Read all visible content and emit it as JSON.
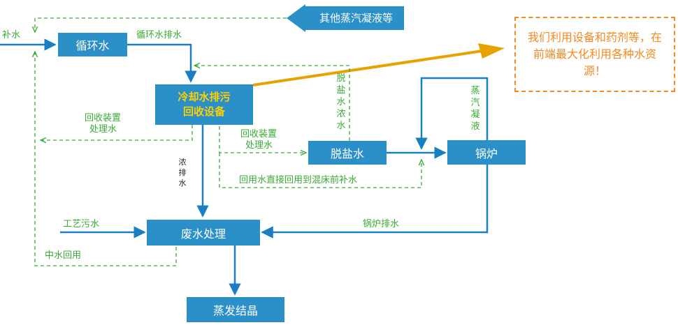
{
  "nodes": {
    "circulating_water": "循环水",
    "cooling_recovery_line1": "冷却水排污",
    "cooling_recovery_line2": "回收设备",
    "desalinated_water": "脱盐水",
    "boiler": "锅炉",
    "wastewater_treatment": "废水处理",
    "evaporation_crystallization": "蒸发结晶"
  },
  "banner": "其他蒸汽凝液等",
  "labels": {
    "makeup_water": "补水",
    "circulating_discharge": "循环水排水",
    "recovery_treated_left_1": "回收装置",
    "recovery_treated_left_2": "处理水",
    "recovery_treated_mid_1": "回收装置",
    "recovery_treated_mid_2": "处理水",
    "desalted_concentrate": "脱盐水浓水",
    "steam_condensate": "蒸汽凝液",
    "concentrated_discharge": "浓排水",
    "reuse_to_mixed_bed": "回用水直接回用到混床前补水",
    "process_sewage": "工艺污水",
    "boiler_discharge": "锅炉排水",
    "reclaimed_water_reuse": "中水回用"
  },
  "callout": "我们利用设备和药剂等，在前端最大化利用各种水资源！",
  "colors": {
    "node_fill": "#2b8fc8",
    "solid_arrow": "#1a7fc1",
    "dashed_arrow": "#3aaa35",
    "highlight_text": "#ffd000",
    "callout": "#f08a24",
    "big_arrow": "#e8a200"
  }
}
